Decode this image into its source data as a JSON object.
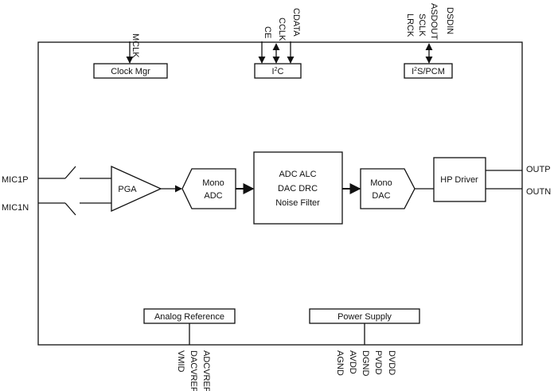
{
  "top_pins": {
    "mclk": "MCLK",
    "ce": "CE",
    "cclk": "CCLK",
    "cdata": "CDATA",
    "lrck": "LRCK",
    "sclk": "SCLK",
    "asdout": "ASDOUT",
    "dsdin": "DSDIN"
  },
  "blocks": {
    "clock_mgr": "Clock Mgr",
    "i2c_pre": "I",
    "i2c_sup": "2",
    "i2c_post": "C",
    "i2s_pre": "I",
    "i2s_sup": "2",
    "i2s_post": "S/PCM",
    "pga": "PGA",
    "mono_adc_1": "Mono",
    "mono_adc_2": "ADC",
    "dsp_1": "ADC ALC",
    "dsp_2": "DAC DRC",
    "dsp_3": "Noise Filter",
    "mono_dac_1": "Mono",
    "mono_dac_2": "DAC",
    "hp_driver": "HP Driver",
    "analog_ref": "Analog Reference",
    "power_supply": "Power Supply"
  },
  "side_pins": {
    "mic1p": "MIC1P",
    "mic1n": "MIC1N",
    "outp": "OUTP",
    "outn": "OUTN"
  },
  "bottom_pins": {
    "vmid": "VMID",
    "dacvref": "DACVREF",
    "adcvref": "ADCVREF",
    "agnd": "AGND",
    "avdd": "AVDD",
    "dgnd": "DGND",
    "pvdd": "PVDD",
    "dvdd": "DVDD"
  }
}
